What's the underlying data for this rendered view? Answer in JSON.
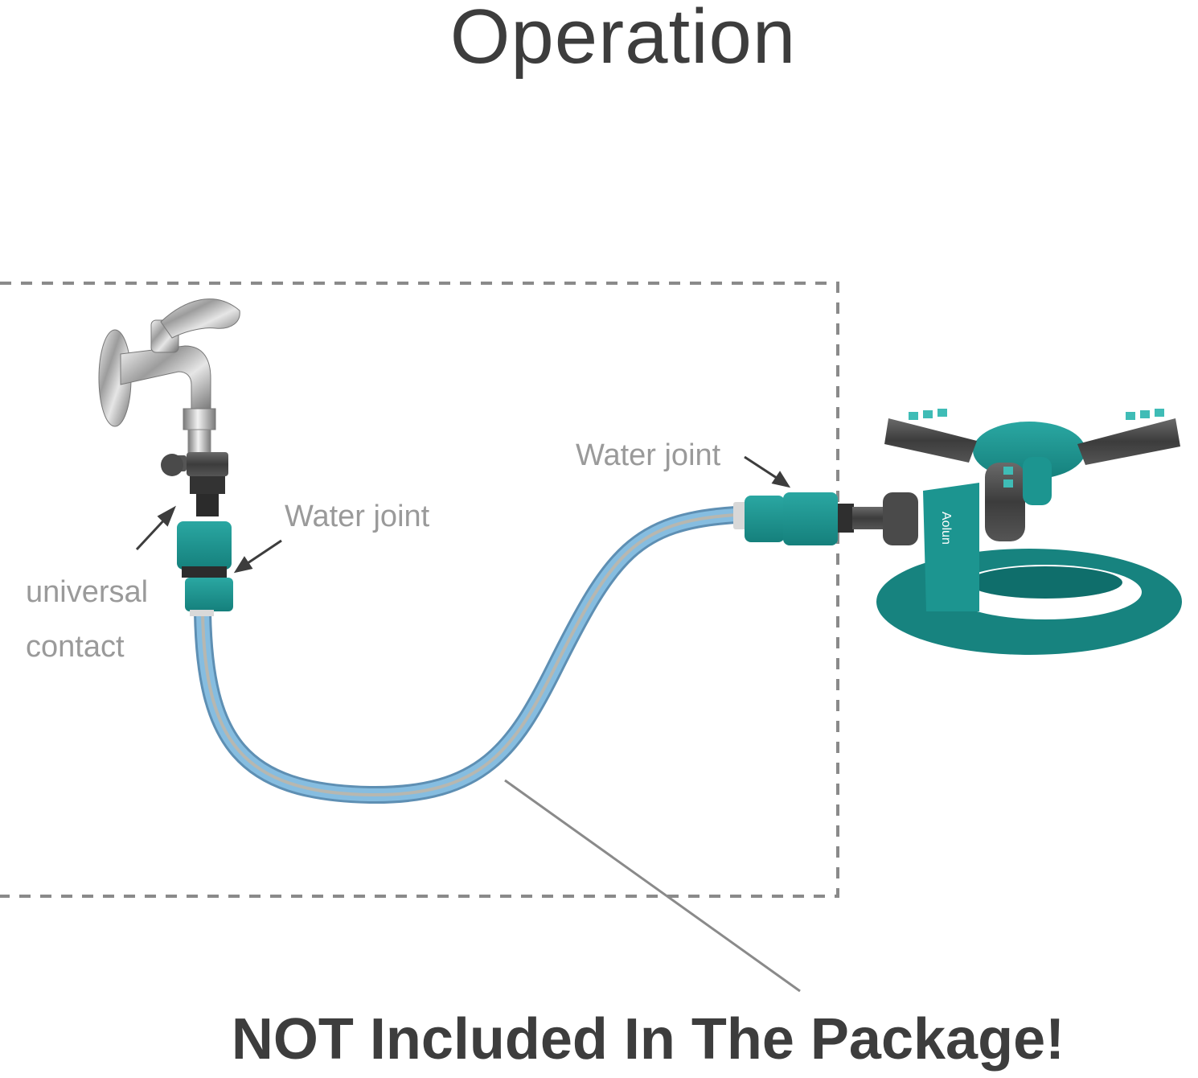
{
  "title": "Operation",
  "labels": {
    "water_joint_tap": "Water joint",
    "water_joint_sprinkler": "Water joint",
    "universal_line1": "universal",
    "universal_line2": "contact",
    "brand": "Aolun"
  },
  "footer": "NOT Included In The Package!",
  "colors": {
    "teal": "#1f9591",
    "teal_dark": "#0f6e6b",
    "hose_blue": "#7fb6d9",
    "text_dark": "#3d3d3d",
    "text_grey": "#9a9a9a",
    "dash_grey": "#8a8a8a"
  }
}
